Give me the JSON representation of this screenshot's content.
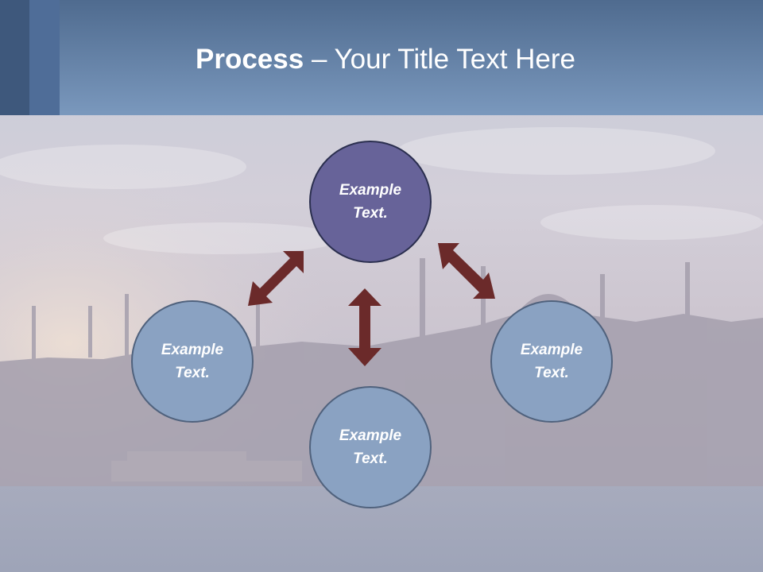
{
  "slide": {
    "title_bold": "Process",
    "title_rest": " – Your Title Text Here"
  },
  "diagram": {
    "nodes": [
      {
        "id": "top",
        "line1": "Example",
        "line2": "Text."
      },
      {
        "id": "left",
        "line1": "Example",
        "line2": "Text."
      },
      {
        "id": "right",
        "line1": "Example",
        "line2": "Text."
      },
      {
        "id": "bottom",
        "line1": "Example",
        "line2": "Text."
      }
    ],
    "arrows": [
      {
        "from": "top",
        "to": "left",
        "direction": "both"
      },
      {
        "from": "top",
        "to": "right",
        "direction": "both"
      },
      {
        "from": "top",
        "to": "bottom",
        "direction": "both"
      }
    ]
  },
  "colors": {
    "header": "#6f8db3",
    "accent_dark": "#3e587c",
    "node_primary": "#676399",
    "node_secondary": "#8aa2c2",
    "arrow": "#6b2a2a"
  }
}
